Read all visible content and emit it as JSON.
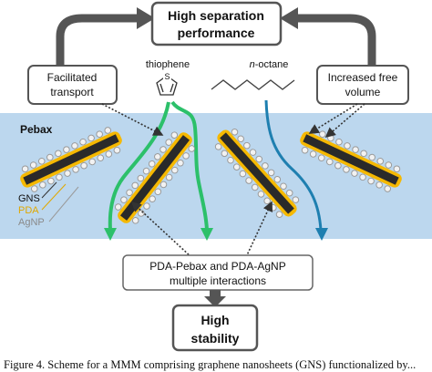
{
  "boxes": {
    "top_line1": "High separation",
    "top_line2": "performance",
    "left_line1": "Facilitated",
    "left_line2": "transport",
    "right_line1": "Increased free",
    "right_line2": "volume",
    "middle_line1": "PDA-Pebax and PDA-AgNP",
    "middle_line2": "multiple interactions",
    "bottom_line1": "High",
    "bottom_line2": "stability"
  },
  "molecules": {
    "thiophene_label": "thiophene",
    "thiophene_atom": "S",
    "octane_prefix": "n",
    "octane_suffix": "-octane"
  },
  "region": {
    "label": "Pebax"
  },
  "legend": {
    "gns": "GNS",
    "pda": "PDA",
    "agnp": "AgNP"
  },
  "caption": "Figure 4. Scheme for a MMM comprising graphene nanosheets (GNS) functionalized by...",
  "colors": {
    "membrane": "#bcd7ee",
    "thiophene_path": "#2cc06a",
    "octane_path": "#1e7fb0",
    "pda": "#f5b800",
    "gns": "#2a2a2a",
    "agnp_fill": "#f2f2f2",
    "agnp_stroke": "#9a9a9a",
    "box_arrows": "#555555",
    "legend_agnp_text": "#8a8a8a"
  }
}
